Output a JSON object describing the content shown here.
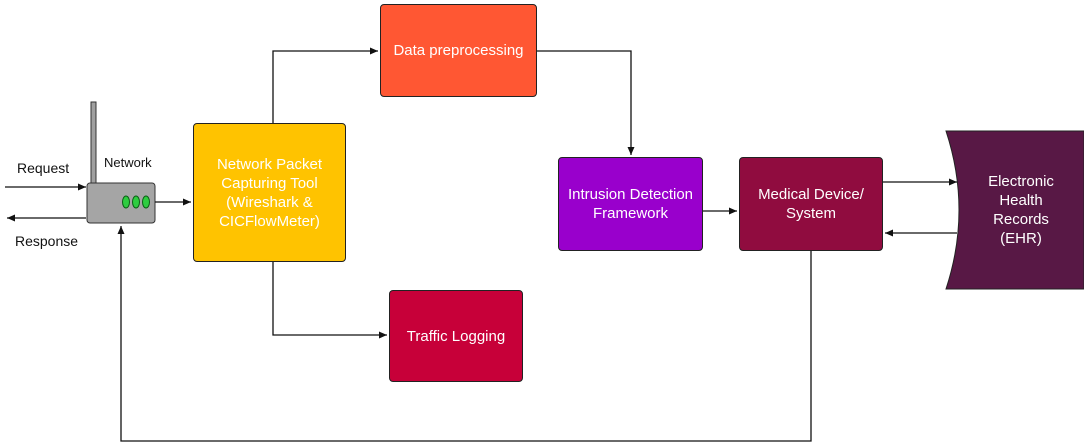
{
  "colors": {
    "data_preprocessing": "#ff5733",
    "capture_tool": "#ffc300",
    "intrusion_detection": "#9900cc",
    "medical_device": "#900c3f",
    "traffic_logging": "#c70039",
    "ehr": "#581845",
    "router_body": "#a5a5a5",
    "router_leds": "#2ecc40",
    "arrow": "#111111"
  },
  "labels": {
    "request": "Request",
    "response": "Response",
    "network": "Network"
  },
  "nodes": {
    "data_preprocessing": "Data preprocessing",
    "capture_tool": "Network Packet\nCapturing Tool\n(Wireshark &\nCICFlowMeter)",
    "intrusion_detection": "Intrusion Detection\nFramework",
    "medical_device": "Medical Device/\nSystem",
    "traffic_logging": "Traffic Logging",
    "ehr": "Electronic\nHealth\nRecords\n(EHR)"
  },
  "icons": {
    "router": "router-icon"
  }
}
